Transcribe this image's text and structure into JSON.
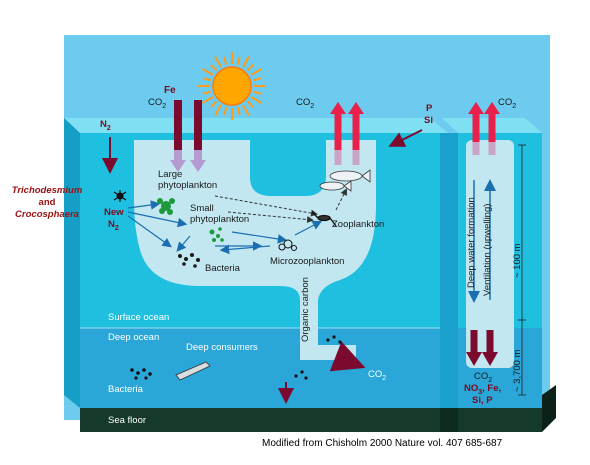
{
  "labels": {
    "fe": "Fe",
    "co2_left": "CO",
    "co2_mid": "CO",
    "co2_right": "CO",
    "n2_top": "N",
    "p": "P",
    "si": "Si",
    "trichodesmium": "Trichodesmium",
    "and": "and",
    "crocosphaera": "Crocosphaera",
    "new": "New",
    "new_n2": "N",
    "large_phyto_1": "Large",
    "large_phyto_2": "phytoplankton",
    "small_phyto_1": "Small",
    "small_phyto_2": "phytoplankton",
    "zooplankton": "Zooplankton",
    "bacteria_surface": "Bacteria",
    "microzooplankton": "Microzooplankton",
    "organic_carbon": "Organic carbon",
    "surface_ocean": "Surface ocean",
    "deep_ocean": "Deep ocean",
    "deep_consumers": "Deep consumers",
    "bacteria_deep": "Bacteria",
    "sea_floor": "Sea floor",
    "co2_bottom": "CO",
    "co2_column": "CO",
    "nutrients_1": "NO",
    "nutrients_1b": ", Fe,",
    "nutrients_2": "Si, P",
    "deep_water_formation": "Deep water formation",
    "ventilation": "Ventilation (upwelling)",
    "depth_100": "~ 100 m",
    "depth_3700": "~ 3,700 m",
    "sub2": "2",
    "sub3": "3"
  },
  "credit": "Modified from Chisholm 2000 Nature vol. 407 685-687",
  "colors": {
    "sky": "#66ccee",
    "surface_water": "#22bfe0",
    "surface_top": "#7fe0f4",
    "mixed_layer": "#bfe6f0",
    "deep_water": "#2aa9da",
    "sea_floor": "#163a2a",
    "arrow_red": "#e8204a",
    "arrow_dark": "#7a0a2e",
    "arrow_lilac": "#b49ad0",
    "flow_blue": "#1b6fb0",
    "sun": "#ff9b1a"
  }
}
